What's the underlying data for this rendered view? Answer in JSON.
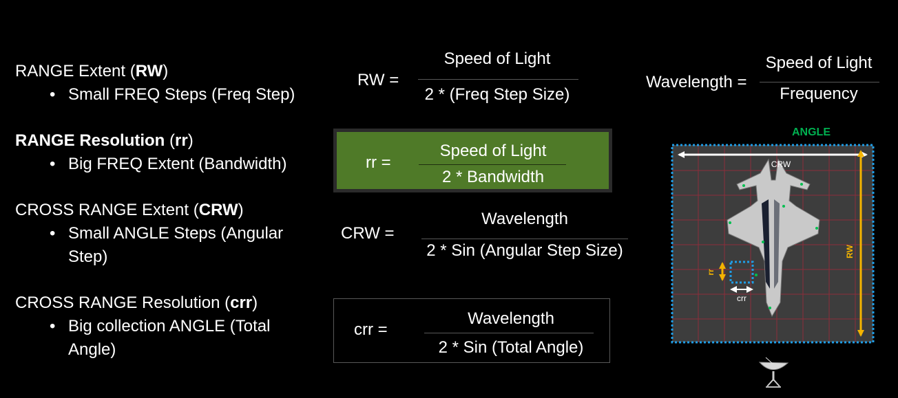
{
  "left_list": [
    {
      "title_pre": "RANGE Extent (",
      "title_bold": "RW",
      "title_post": ")",
      "sub": "Small FREQ Steps (Freq Step)"
    },
    {
      "title_bold_full": "RANGE Resolution",
      "title_mid": " (",
      "title_bold": "rr",
      "title_post": ")",
      "sub": "Big FREQ Extent (Bandwidth)"
    },
    {
      "title_pre": "CROSS RANGE Extent (",
      "title_bold": "CRW",
      "title_post": ")",
      "sub": "Small ANGLE Steps (Angular Step)"
    },
    {
      "title_pre": "CROSS RANGE Resolution (",
      "title_bold": "crr",
      "title_post": ")",
      "sub": "Big collection ANGLE (Total Angle)"
    }
  ],
  "equations": {
    "rw": {
      "lhs": "RW  =",
      "num": "Speed of Light",
      "den": "2 * (Freq Step Size)"
    },
    "rr": {
      "lhs": "rr   =",
      "num": "Speed of Light",
      "den": "2 * Bandwidth"
    },
    "crw": {
      "lhs": "CRW   =",
      "num": "Wavelength",
      "den": "2 * Sin (Angular Step Size)"
    },
    "crr": {
      "lhs": "crr   =",
      "num": "Wavelength",
      "den": "2 * Sin (Total Angle)"
    },
    "wavelength": {
      "lhs": "Wavelength =",
      "num": "Speed of Light",
      "den": "Frequency"
    }
  },
  "figure": {
    "angle_label": "ANGLE",
    "crw_label": "CRW",
    "rw_label": "RW",
    "rr_label": "rr",
    "crr_label": "crr",
    "colors": {
      "angle": "#00b050",
      "arrow_yellow": "#f4b400",
      "dotted_border": "#1f9ee8",
      "grid": "#9c2b3a"
    }
  }
}
